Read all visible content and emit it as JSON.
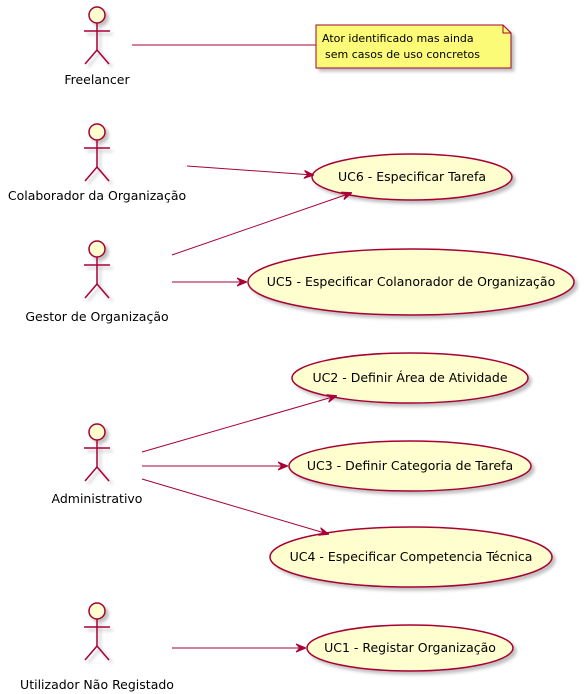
{
  "colors": {
    "fill": "#FEFECE",
    "stroke": "#A80036",
    "note_fill": "#FBFB77"
  },
  "actors": {
    "freelancer": "Freelancer",
    "colaborador": "Colaborador da Organização",
    "gestor": "Gestor de Organização",
    "administrativo": "Administrativo",
    "utilizador": "Utilizador Não Registado"
  },
  "usecases": {
    "uc6": "UC6 - Especificar Tarefa",
    "uc5": "UC5 - Especificar Colanorador de Organização",
    "uc2": "UC2 - Definir Área de Atividade",
    "uc3": "UC3 - Definir Categoria de Tarefa",
    "uc4": "UC4 - Especificar Competencia Técnica",
    "uc1": "UC1 - Registar Organização"
  },
  "note": {
    "line1": "Ator identificado mas ainda",
    "line2": "sem casos de uso concretos"
  }
}
